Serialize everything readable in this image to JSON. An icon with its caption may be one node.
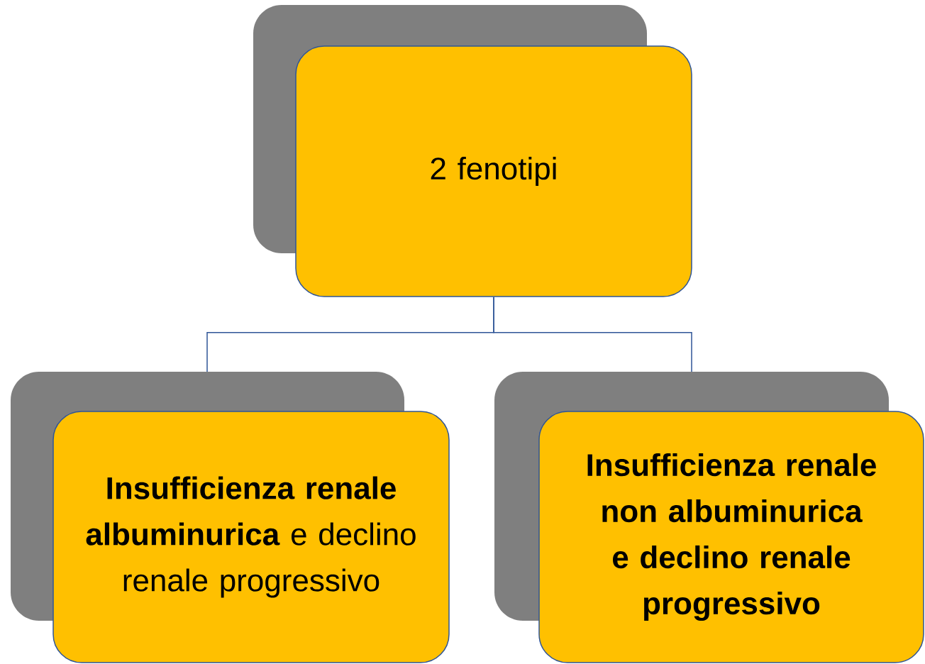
{
  "diagram": {
    "nodes": [
      {
        "text": [
          "2 fenotipi"
        ]
      },
      {
        "text": [
          "**Insufficienza renale albuminurica** e declino renale progressivo"
        ]
      },
      {
        "text": [
          "Insufficienza renale non albuminurica e declino renale progressivo"
        ]
      }
    ],
    "edges": [
      {
        "from": 0,
        "to": 1,
        "arrow": "none"
      },
      {
        "from": 0,
        "to": 2,
        "arrow": "none"
      }
    ]
  }
}
